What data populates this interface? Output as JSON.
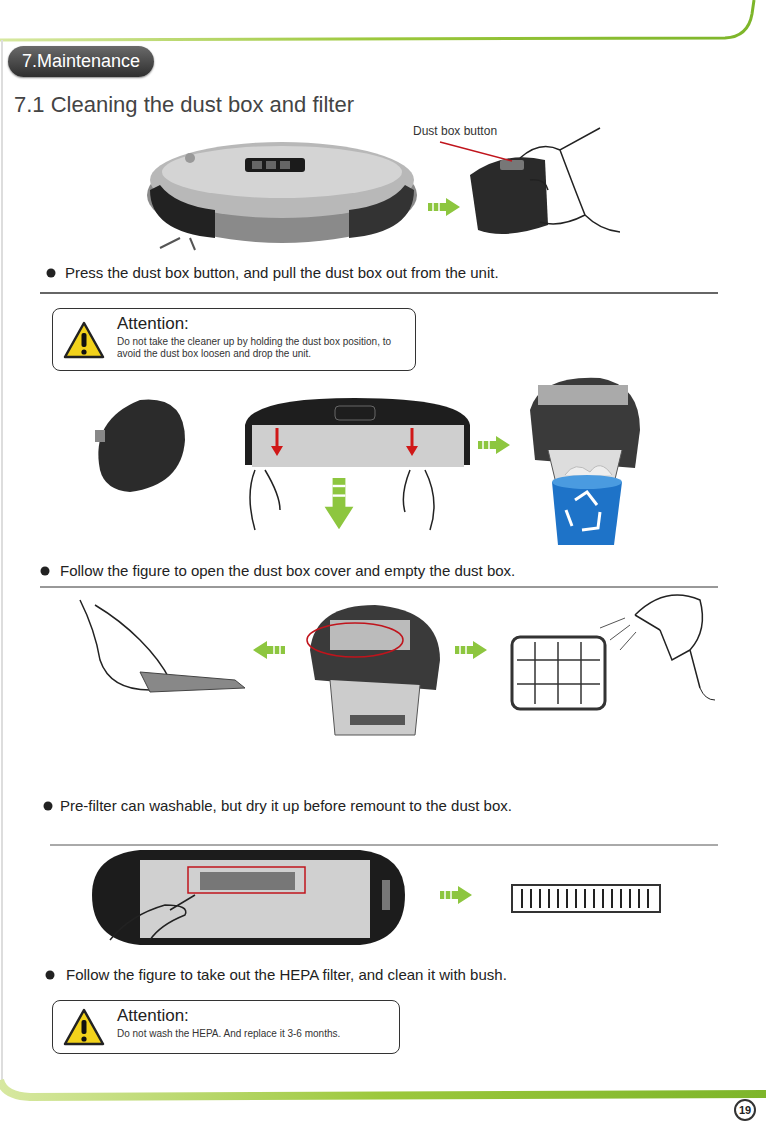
{
  "diagram": {
    "title": "7.1 Cleaning the dust box and filter",
    "nodes": [
      {
        "text": [
          "7.Maintenance"
        ]
      },
      {
        "text": [
          "Attention:",
          "Do not take the cleaner up by holding the dust box position, to avoid the dust box loosen and drop the unit."
        ]
      },
      {
        "text": [
          "Attention:",
          "Do not wash the HEPA. And replace it 3-6 months."
        ]
      },
      {
        "text": [
          "19"
        ]
      }
    ],
    "labels": [
      "Dust box button",
      "Press the dust box button, and pull the dust box out from the unit.",
      "Follow the figure to open the dust box cover and empty the dust box.",
      "Pre-filter can washable, but dry it up before remount to the dust box.",
      "Follow the figure to take out the HEPA filter, and clean it with bush."
    ]
  }
}
